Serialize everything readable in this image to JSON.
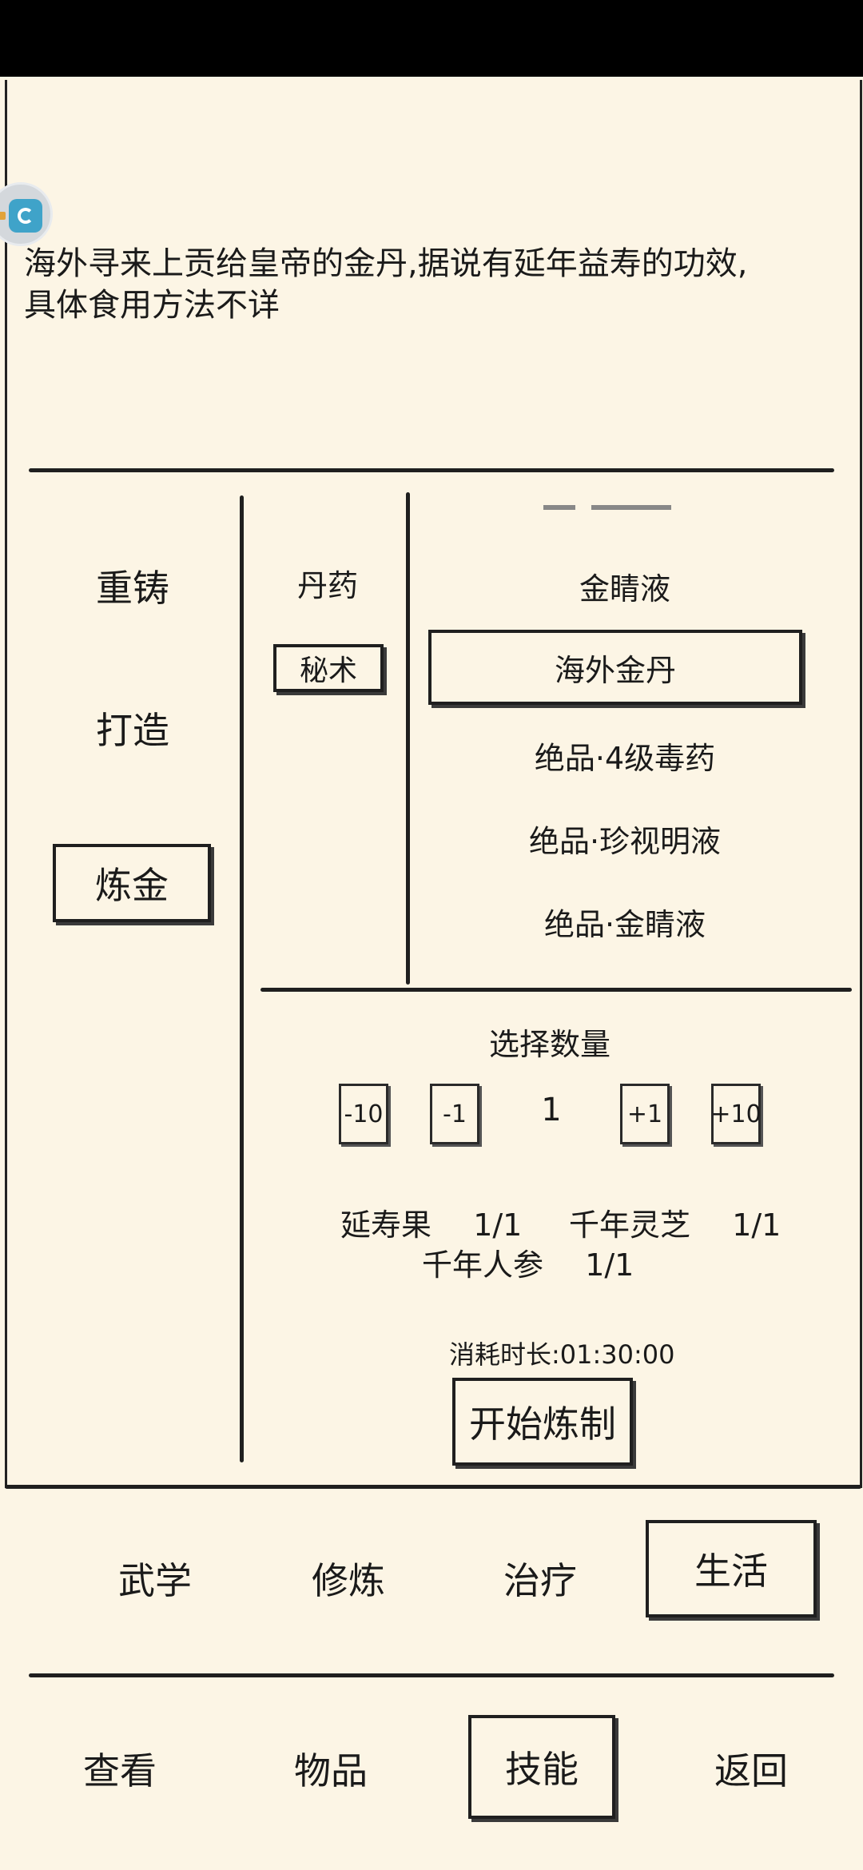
{
  "description": "海外寻来上贡给皇帝的金丹,据说有延年益寿的功效,具体食用方法不详",
  "categories": [
    {
      "label": "重铸",
      "selected": false
    },
    {
      "label": "打造",
      "selected": false
    },
    {
      "label": "炼金",
      "selected": true
    }
  ],
  "subcategories": [
    {
      "label": "丹药",
      "selected": false
    },
    {
      "label": "秘术",
      "selected": true
    }
  ],
  "recipes": [
    {
      "label": "金睛液",
      "selected": false
    },
    {
      "label": "海外金丹",
      "selected": true
    },
    {
      "label": "绝品·4级毒药",
      "selected": false
    },
    {
      "label": "绝品·珍视明液",
      "selected": false
    },
    {
      "label": "绝品·金睛液",
      "selected": false
    }
  ],
  "quantity": {
    "title": "选择数量",
    "value": "1",
    "buttons": [
      "-10",
      "-1",
      "+1",
      "+10"
    ]
  },
  "materials": [
    {
      "name": "延寿果",
      "count": "1/1"
    },
    {
      "name": "千年灵芝",
      "count": "1/1"
    },
    {
      "name": "千年人参",
      "count": "1/1"
    }
  ],
  "duration": "消耗时长:01:30:00",
  "start_button": "开始炼制",
  "skill_tabs": [
    {
      "label": "武学",
      "selected": false
    },
    {
      "label": "修炼",
      "selected": false
    },
    {
      "label": "治疗",
      "selected": false
    },
    {
      "label": "生活",
      "selected": true
    }
  ],
  "bottom_nav": [
    {
      "label": "查看",
      "selected": false
    },
    {
      "label": "物品",
      "selected": false
    },
    {
      "label": "技能",
      "selected": true
    },
    {
      "label": "返回",
      "selected": false
    }
  ],
  "colors": {
    "background": "#fcf5e5",
    "ink": "#1f1f1f",
    "statusbar": "#000000"
  }
}
